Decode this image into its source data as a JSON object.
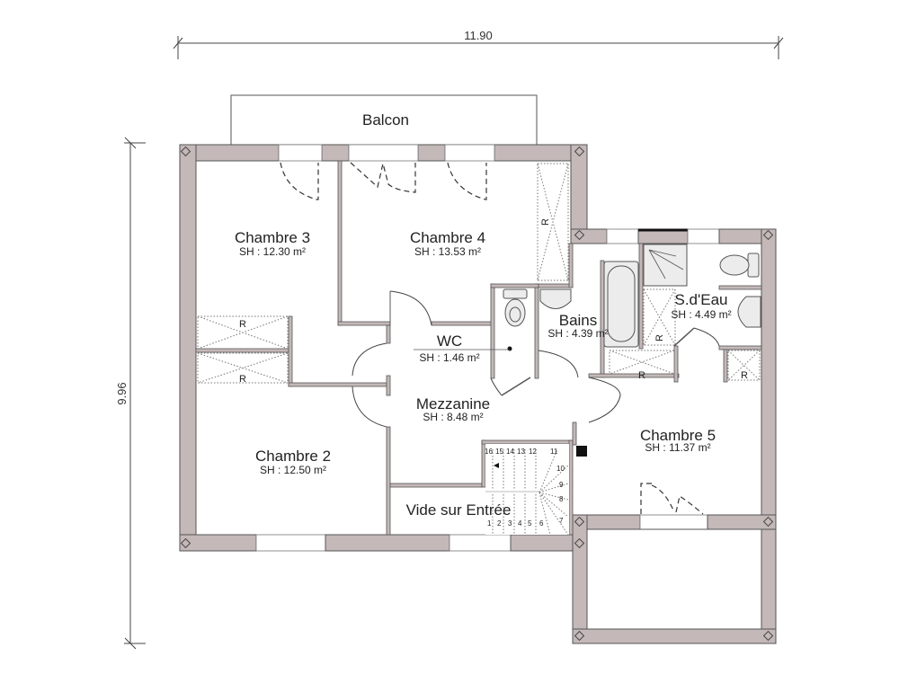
{
  "plan": {
    "dimensions": {
      "width_label": "11.90",
      "height_label": "9.96"
    },
    "rooms": [
      {
        "name": "Balcon",
        "area": ""
      },
      {
        "name": "Chambre 3",
        "area": "SH : 12.30 m²"
      },
      {
        "name": "Chambre 4",
        "area": "SH : 13.53 m²"
      },
      {
        "name": "Bains",
        "area": "SH : 4.39 m²"
      },
      {
        "name": "S.d'Eau",
        "area": "SH : 4.49 m²"
      },
      {
        "name": "WC",
        "area": "SH : 1.46 m²"
      },
      {
        "name": "Mezzanine",
        "area": "SH : 8.48 m²"
      },
      {
        "name": "Chambre 2",
        "area": "SH : 12.50 m²"
      },
      {
        "name": "Chambre 5",
        "area": "SH : 11.37 m²"
      },
      {
        "name": "Vide sur Entrée",
        "area": ""
      }
    ],
    "storage_label": "R",
    "stairs": {
      "steps": [
        "1",
        "2",
        "3",
        "4",
        "5",
        "6",
        "7",
        "8",
        "9",
        "10",
        "11",
        "12",
        "13",
        "14",
        "15",
        "16"
      ]
    },
    "colors": {
      "wall_fill": "#c4b8b8",
      "line": "#555555",
      "background": "#ffffff"
    }
  }
}
